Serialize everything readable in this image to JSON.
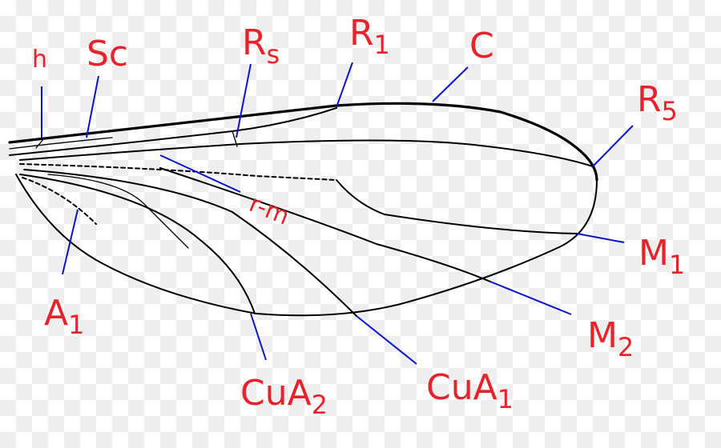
{
  "labels": {
    "h": {
      "base": "h",
      "sub": ""
    },
    "sc": {
      "base": "Sc",
      "sub": ""
    },
    "rs": {
      "base": "R",
      "sub": "s"
    },
    "r1": {
      "base": "R",
      "sub": "1"
    },
    "c": {
      "base": "C",
      "sub": ""
    },
    "r5": {
      "base": "R",
      "sub": "5"
    },
    "rm": {
      "base": "r-m",
      "sub": ""
    },
    "m1": {
      "base": "M",
      "sub": "1"
    },
    "m2": {
      "base": "M",
      "sub": "2"
    },
    "a1": {
      "base": "A",
      "sub": "1"
    },
    "cua2": {
      "base": "CuA",
      "sub": "2"
    },
    "cua1": {
      "base": "CuA",
      "sub": "1"
    }
  },
  "colors": {
    "label": "#e8222a",
    "leader": "#0a14cc",
    "vein": "#000000"
  }
}
